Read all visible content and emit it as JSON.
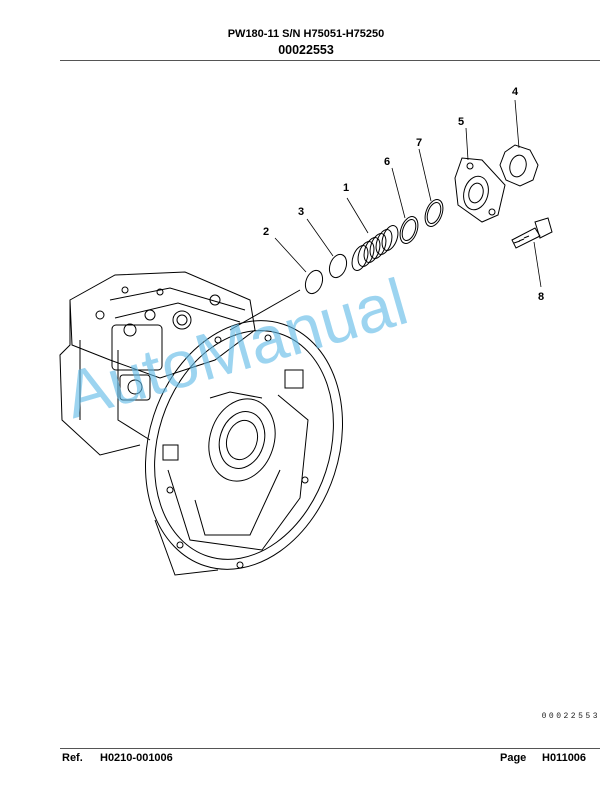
{
  "header": {
    "model": "PW180-11 S/N H75051-H75250",
    "part_group": "00022553"
  },
  "diagram": {
    "callouts": [
      {
        "id": "callout-1",
        "label": "1"
      },
      {
        "id": "callout-2",
        "label": "2"
      },
      {
        "id": "callout-3",
        "label": "3"
      },
      {
        "id": "callout-4",
        "label": "4"
      },
      {
        "id": "callout-5",
        "label": "5"
      },
      {
        "id": "callout-6",
        "label": "6"
      },
      {
        "id": "callout-7",
        "label": "7"
      },
      {
        "id": "callout-8",
        "label": "8"
      }
    ],
    "drawing_code": "00022553",
    "watermark": "AutoManual",
    "watermark_color": "#5fb9e6"
  },
  "footer": {
    "ref_label": "Ref.",
    "ref_value": "H0210-001006",
    "page_label": "Page",
    "page_value": "H011006"
  }
}
